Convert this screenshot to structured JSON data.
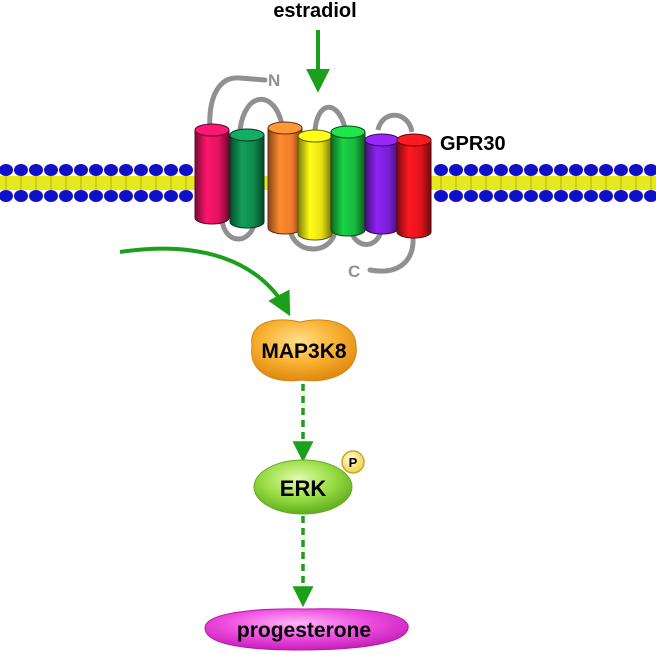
{
  "labels": {
    "ligand": "estradiol",
    "receptor": "GPR30",
    "n_terminus": "N",
    "c_terminus": "C",
    "kinase": "MAP3K8",
    "erk": "ERK",
    "phospho": "P",
    "product": "progesterone"
  },
  "helix_colors": [
    "#e0125f",
    "#108a4f",
    "#f07a2a",
    "#e6df12",
    "#17b83c",
    "#7a1ed4",
    "#e0141c"
  ],
  "colors": {
    "arrow": "#1aa01a",
    "membrane_head": "#1010c8",
    "membrane_tail": "#e8e820",
    "loop": "#909090",
    "map3k8_fill": "#f7a21a",
    "erk_fill": "#8cd63a",
    "progesterone_fill": "#e62ad6",
    "phospho_fill": "#f5e36b"
  }
}
